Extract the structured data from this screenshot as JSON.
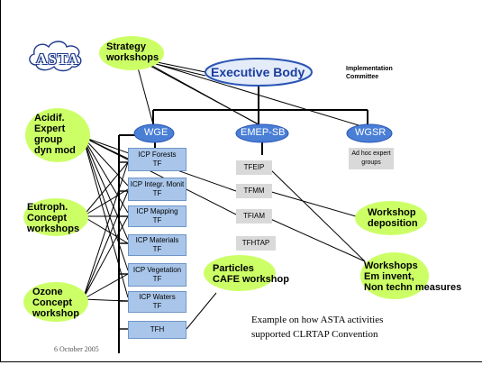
{
  "logo": {
    "text": "ASTA"
  },
  "executive_body": {
    "label": "Executive Body"
  },
  "implementation_committee": {
    "line1": "Implementation",
    "line2": "Committee"
  },
  "groups": {
    "wge": "WGE",
    "emep": "EMEP-SB",
    "wgsr": "WGSR"
  },
  "wge_task_forces": [
    {
      "line1": "ICP Forests",
      "line2": "TF"
    },
    {
      "line1": "ICP Integr. Monit",
      "line2": "TF"
    },
    {
      "line1": "ICP Mapping",
      "line2": "TF"
    },
    {
      "line1": "ICP Materials",
      "line2": "TF"
    },
    {
      "line1": "ICP Vegetation",
      "line2": "TF"
    },
    {
      "line1": "ICP Waters",
      "line2": "TF"
    },
    {
      "line1": "TFH",
      "line2": ""
    }
  ],
  "emep_task_forces": [
    "TFEIP",
    "TFMM",
    "TFIAM",
    "TFHTAP"
  ],
  "wgsr_box": {
    "line1": "Ad hoc expert",
    "line2": "groups"
  },
  "bubbles": {
    "strategy": {
      "line1": "Strategy",
      "line2": "workshops"
    },
    "acidif": {
      "line1": "Acidif.",
      "line2": "Expert",
      "line3": "group",
      "line4": "dyn mod"
    },
    "eutroph": {
      "line1": "Eutroph.",
      "line2": "Concept",
      "line3": "workshops"
    },
    "ozone": {
      "line1": "Ozone",
      "line2": "Concept",
      "line3": "workshop"
    },
    "particles": {
      "line1": "Particles",
      "line2": "CAFE workshop"
    },
    "deposition": {
      "line1": "Workshop",
      "line2": "deposition"
    },
    "workshops_em": {
      "line1": "Workshops",
      "line2": "Em invent,",
      "line3": "Non techn measures"
    }
  },
  "note": {
    "line1": "Example on how ASTA activities",
    "line2": "supported CLRTAP Convention"
  },
  "date": "6 October 2005",
  "colors": {
    "bubble": "#ccff66",
    "group_fill": "#4a7fd6",
    "exec_fill": "#e4ecfa",
    "tf_fill": "#a9c6ea",
    "gray_fill": "#d9d9d9"
  }
}
